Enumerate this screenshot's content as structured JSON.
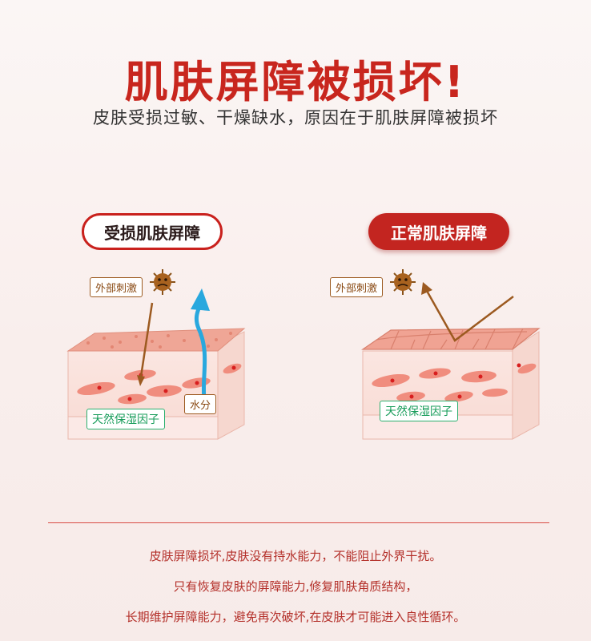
{
  "header": {
    "title": "肌肤屏障被损坏!",
    "subtitle": "皮肤受损过敏、干燥缺水，原因在于肌肤屏障被损坏"
  },
  "panels": {
    "damaged": {
      "label": "受损肌肤屏障",
      "irritant_tag": "外部刺激",
      "water_tag": "水分",
      "nmf_tag": "天然保湿因子"
    },
    "normal": {
      "label": "正常肌肤屏障",
      "irritant_tag": "外部刺激",
      "nmf_tag": "天然保湿因子"
    }
  },
  "description": {
    "line1": "皮肤屏障损坏,皮肤没有持水能力，不能阻止外界干扰。",
    "line2": "只有恢复皮肤的屏障能力,修复肌肤角质结构，",
    "line3": "长期维护屏障能力，避免再次破坏,在皮肤才可能进入良性循环。"
  },
  "colors": {
    "accent_red": "#c8261e",
    "text_red": "#b4302a",
    "arrow_brown": "#9c5a20",
    "water_arrow": "#29a8de",
    "nmf_green": "#2bb070"
  }
}
